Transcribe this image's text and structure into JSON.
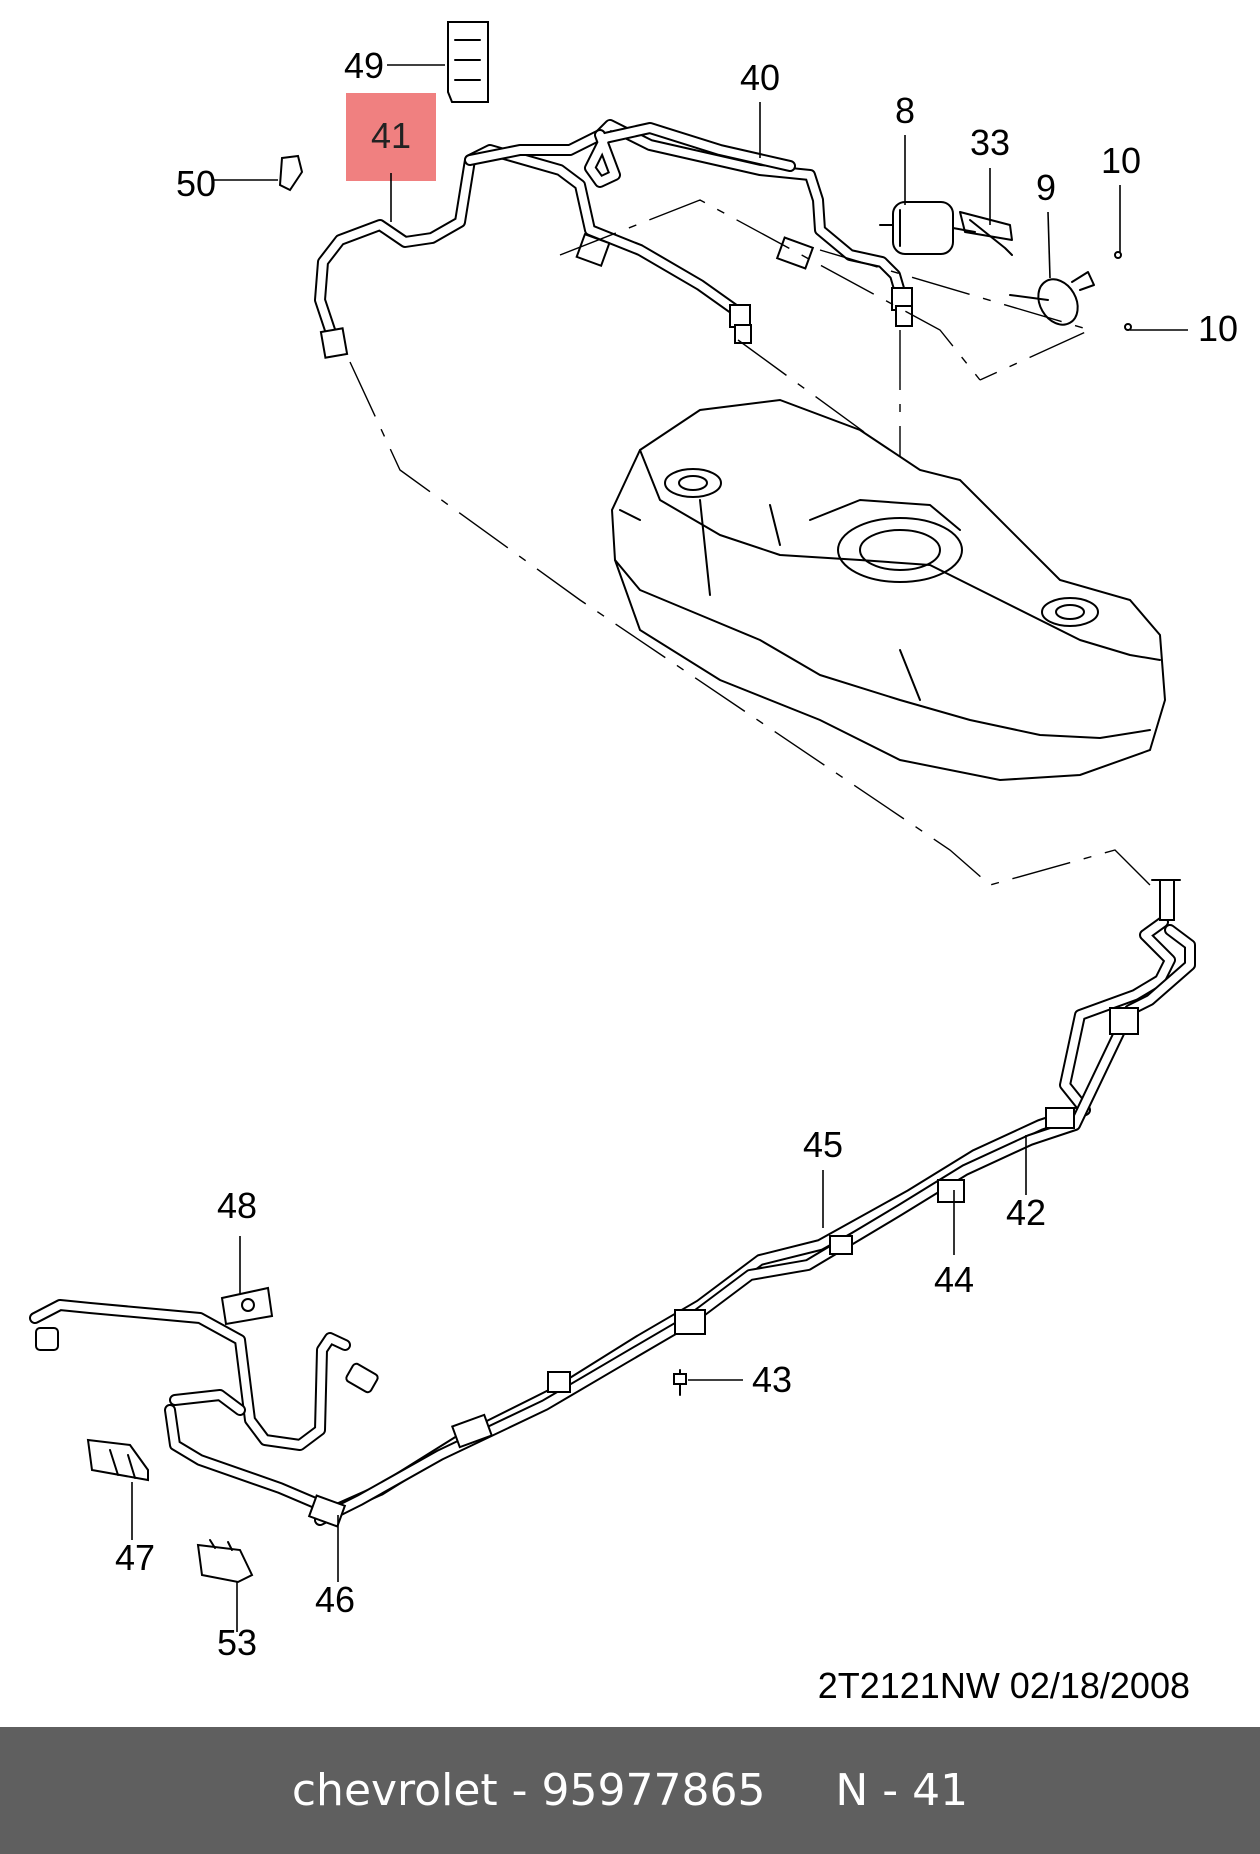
{
  "highlight": {
    "label": "41",
    "color": "#f08080"
  },
  "callouts": {
    "c49": "49",
    "c40": "40",
    "c8": "8",
    "c33": "33",
    "c10a": "10",
    "c9": "9",
    "c10b": "10",
    "c50": "50",
    "c45": "45",
    "c42": "42",
    "c44": "44",
    "c48": "48",
    "c43": "43",
    "c47": "47",
    "c46": "46",
    "c53": "53"
  },
  "drawing_code": "2T2121NW  02/18/2008",
  "footer": {
    "text": "chevrolet - 95977865     N - 41",
    "background": "#5f5f5f",
    "text_color": "#ffffff"
  }
}
